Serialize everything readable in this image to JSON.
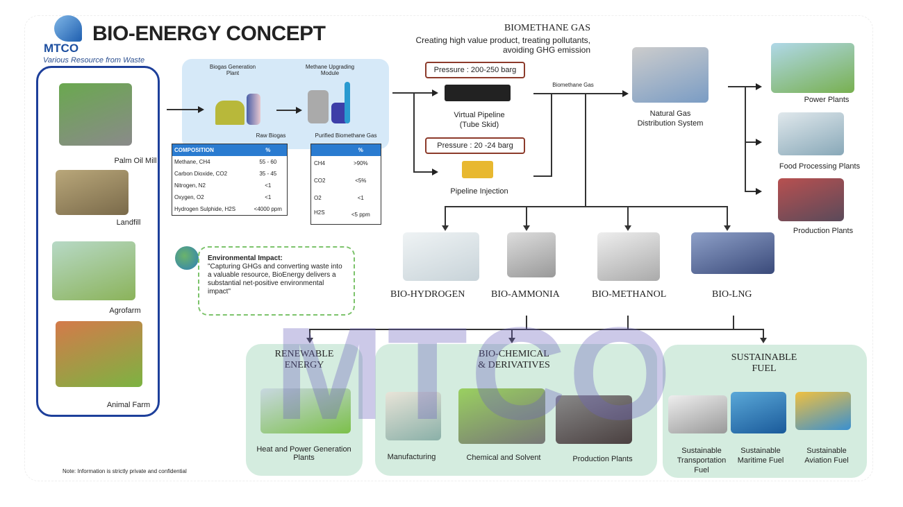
{
  "header": {
    "logo_text": "MTCO",
    "title": "BIO-ENERGY CONCEPT",
    "subtitle": "Various Resource from Waste"
  },
  "sources": [
    "Palm Oil Mill",
    "Landfill",
    "Agrofarm",
    "Animal Farm"
  ],
  "process": {
    "biogas_plant": "Biogas Generation Plant",
    "upgrading": "Methane Upgrading Module",
    "raw": "Raw Biogas",
    "purified": "Purified Biomethane Gas"
  },
  "raw_table": {
    "headers": [
      "COMPOSITION",
      "%"
    ],
    "rows": [
      [
        "Methane, CH4",
        "55 - 60"
      ],
      [
        "Carbon Dioxide, CO2",
        "35 - 45"
      ],
      [
        "Nitrogen, N2",
        "<1"
      ],
      [
        "Oxygen, O2",
        "<1"
      ],
      [
        "Hydrogen Sulphide, H2S",
        "<4000 ppm"
      ]
    ]
  },
  "pure_table": {
    "headers": [
      "",
      "%"
    ],
    "rows": [
      [
        "CH4",
        ">90%"
      ],
      [
        "CO2",
        "<5%"
      ],
      [
        "O2",
        "<1"
      ],
      [
        "H2S",
        "<5 ppm"
      ]
    ]
  },
  "env": {
    "title": "Environmental Impact:",
    "text": "\"Capturing GHGs and converting waste into a valuable resource, BioEnergy delivers a substantial net-positive environmental impact\""
  },
  "biomethane": {
    "title": "BIOMETHANE GAS",
    "line1": "Creating high value product, treating pollutants,",
    "line2": "avoiding GHG emission",
    "pressure1": "Pressure : 200-250 barg",
    "virtual": "Virtual Pipeline",
    "tube": "(Tube Skid)",
    "pressure2": "Pressure : 20 -24 barg",
    "injection": "Pipeline Injection",
    "gas_label": "Biomethane Gas"
  },
  "distribution": {
    "label1": "Natural Gas",
    "label2": "Distribution System",
    "targets": [
      "Power Plants",
      "Food Processing Plants",
      "Production Plants"
    ]
  },
  "products": [
    "BIO-HYDROGEN",
    "BIO-AMMONIA",
    "BIO-METHANOL",
    "BIO-LNG"
  ],
  "categories": {
    "renewable": {
      "title1": "RENEWABLE",
      "title2": "ENERGY",
      "items": [
        "Heat and Power Generation Plants"
      ]
    },
    "chemical": {
      "title1": "BIO-CHEMICAL",
      "title2": "& DERIVATIVES",
      "items": [
        "Manufacturing",
        "Chemical and Solvent",
        "Production Plants"
      ]
    },
    "fuel": {
      "title1": "SUSTAINABLE",
      "title2": "FUEL",
      "items": [
        "Sustainable Transportation Fuel",
        "Sustainable Maritime Fuel",
        "Sustainable Aviation Fuel"
      ]
    }
  },
  "note": "Note: Information is strictly private and confidential",
  "watermark": "MTCO"
}
